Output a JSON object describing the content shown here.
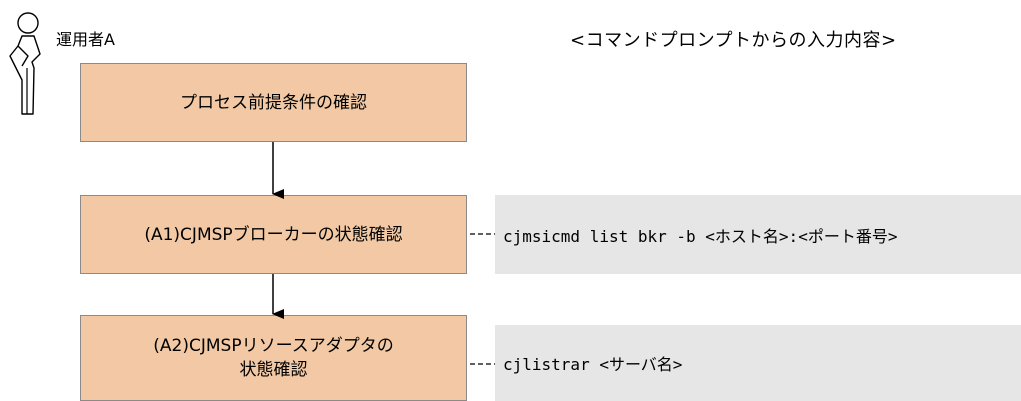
{
  "actor": {
    "label": "運用者A",
    "icon": "person-icon"
  },
  "header": {
    "title": "<コマンドプロンプトからの入力内容>"
  },
  "steps": [
    {
      "lines": [
        "プロセス前提条件の確認"
      ]
    },
    {
      "lines": [
        "(A1)CJMSPブローカーの状態確認"
      ]
    },
    {
      "lines": [
        "(A2)CJMSPリソースアダプタの",
        "状態確認"
      ]
    }
  ],
  "commands": [
    {
      "text": "cjmsicmd list bkr -b <ホスト名>:<ポート番号>"
    },
    {
      "text": "cjlistrar <サーバ名>"
    }
  ],
  "colors": {
    "step_fill": "#f2c9a4",
    "command_fill": "#e6e6e6",
    "line": "#000000"
  }
}
